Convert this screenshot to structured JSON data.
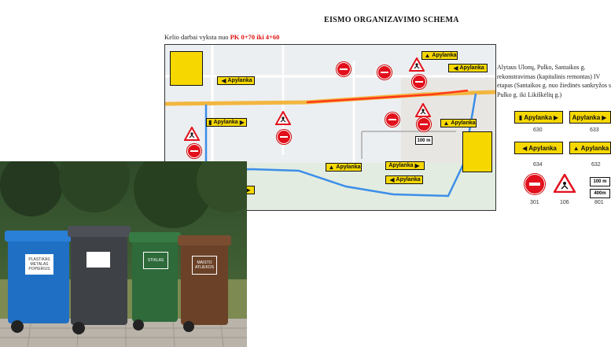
{
  "header": {
    "title": "EISMO ORGANIZAVIMO SCHEMA",
    "subtitle_prefix": "Kelio darbai vyksta nuo",
    "subtitle_pk": "PK 0+70  iki  4+60"
  },
  "description": "Alytaus Ulonų, Pulko, Santaikos g. rekonstravimas (kapitalinis remontas) IV etapas (Santaikos g. nuo žiedinės sankryžos su Pulko g. iki Likiškėlių g.)",
  "signs": {
    "detour_label": "Apylanka",
    "plate_100": "100 m",
    "plate_400": "400m"
  },
  "legend": {
    "codes": [
      "630",
      "633",
      "634",
      "632",
      "301",
      "106",
      "801"
    ]
  },
  "bins": [
    {
      "label": "PLASTIKAS METALAS POPIERIUS"
    },
    {
      "label": ""
    },
    {
      "label": "STIKLAS"
    },
    {
      "label": "MAISTO ATLIEKOS"
    }
  ],
  "colors": {
    "sign_yellow": "#f6d800",
    "prohibit_red": "#e2101c",
    "route_blue": "#3d8ee8",
    "work_zone_red": "#ff3a1a"
  }
}
